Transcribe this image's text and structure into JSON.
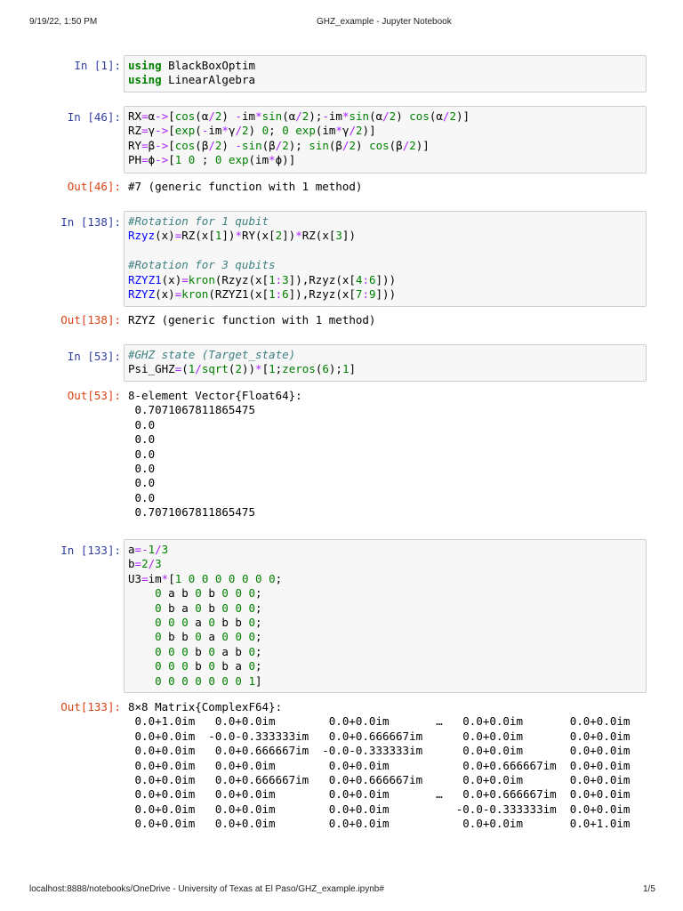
{
  "print_header": {
    "date": "9/19/22, 1:50 PM",
    "title": "GHZ_example - Jupyter Notebook"
  },
  "print_footer": {
    "url": "localhost:8888/notebooks/OneDrive - University of Texas at El Paso/GHZ_example.ipynb#",
    "page": "1/5"
  },
  "cells": [
    {
      "in_prompt": "In [1]:",
      "code": [
        [
          [
            "kw",
            "using"
          ],
          [
            "t",
            " BlackBoxOptim"
          ]
        ],
        [
          [
            "kw",
            "using"
          ],
          [
            "t",
            " LinearAlgebra"
          ]
        ]
      ]
    },
    {
      "in_prompt": "In [46]:",
      "code": [
        [
          [
            "t",
            "RX"
          ],
          [
            "op",
            "="
          ],
          [
            "t",
            "α"
          ],
          [
            "op",
            "->"
          ],
          [
            "t",
            "["
          ],
          [
            "bi",
            "cos"
          ],
          [
            "t",
            "(α"
          ],
          [
            "op",
            "/"
          ],
          [
            "num",
            "2"
          ],
          [
            "t",
            ") "
          ],
          [
            "op",
            "-"
          ],
          [
            "t",
            "im"
          ],
          [
            "op",
            "*"
          ],
          [
            "bi",
            "sin"
          ],
          [
            "t",
            "(α"
          ],
          [
            "op",
            "/"
          ],
          [
            "num",
            "2"
          ],
          [
            "t",
            ");"
          ],
          [
            "op",
            "-"
          ],
          [
            "t",
            "im"
          ],
          [
            "op",
            "*"
          ],
          [
            "bi",
            "sin"
          ],
          [
            "t",
            "(α"
          ],
          [
            "op",
            "/"
          ],
          [
            "num",
            "2"
          ],
          [
            "t",
            ") "
          ],
          [
            "bi",
            "cos"
          ],
          [
            "t",
            "(α"
          ],
          [
            "op",
            "/"
          ],
          [
            "num",
            "2"
          ],
          [
            "t",
            ")]"
          ]
        ],
        [
          [
            "t",
            "RZ"
          ],
          [
            "op",
            "="
          ],
          [
            "t",
            "γ"
          ],
          [
            "op",
            "->"
          ],
          [
            "t",
            "["
          ],
          [
            "bi",
            "exp"
          ],
          [
            "t",
            "("
          ],
          [
            "op",
            "-"
          ],
          [
            "t",
            "im"
          ],
          [
            "op",
            "*"
          ],
          [
            "t",
            "γ"
          ],
          [
            "op",
            "/"
          ],
          [
            "num",
            "2"
          ],
          [
            "t",
            ") "
          ],
          [
            "num",
            "0"
          ],
          [
            "t",
            "; "
          ],
          [
            "num",
            "0"
          ],
          [
            "t",
            " "
          ],
          [
            "bi",
            "exp"
          ],
          [
            "t",
            "(im"
          ],
          [
            "op",
            "*"
          ],
          [
            "t",
            "γ"
          ],
          [
            "op",
            "/"
          ],
          [
            "num",
            "2"
          ],
          [
            "t",
            ")]"
          ]
        ],
        [
          [
            "t",
            "RY"
          ],
          [
            "op",
            "="
          ],
          [
            "t",
            "β"
          ],
          [
            "op",
            "->"
          ],
          [
            "t",
            "["
          ],
          [
            "bi",
            "cos"
          ],
          [
            "t",
            "(β"
          ],
          [
            "op",
            "/"
          ],
          [
            "num",
            "2"
          ],
          [
            "t",
            ") "
          ],
          [
            "op",
            "-"
          ],
          [
            "bi",
            "sin"
          ],
          [
            "t",
            "(β"
          ],
          [
            "op",
            "/"
          ],
          [
            "num",
            "2"
          ],
          [
            "t",
            "); "
          ],
          [
            "bi",
            "sin"
          ],
          [
            "t",
            "(β"
          ],
          [
            "op",
            "/"
          ],
          [
            "num",
            "2"
          ],
          [
            "t",
            ") "
          ],
          [
            "bi",
            "cos"
          ],
          [
            "t",
            "(β"
          ],
          [
            "op",
            "/"
          ],
          [
            "num",
            "2"
          ],
          [
            "t",
            ")]"
          ]
        ],
        [
          [
            "t",
            "PH"
          ],
          [
            "op",
            "="
          ],
          [
            "t",
            "ϕ"
          ],
          [
            "op",
            "->"
          ],
          [
            "t",
            "["
          ],
          [
            "num",
            "1"
          ],
          [
            "t",
            " "
          ],
          [
            "num",
            "0"
          ],
          [
            "t",
            " ; "
          ],
          [
            "num",
            "0"
          ],
          [
            "t",
            " "
          ],
          [
            "bi",
            "exp"
          ],
          [
            "t",
            "(im"
          ],
          [
            "op",
            "*"
          ],
          [
            "t",
            "ϕ)]"
          ]
        ]
      ],
      "out_prompt": "Out[46]:",
      "output": [
        "#7 (generic function with 1 method)"
      ]
    },
    {
      "in_prompt": "In [138]:",
      "code": [
        [
          [
            "cm",
            "#Rotation for 1 qubit"
          ]
        ],
        [
          [
            "fn",
            "Rzyz"
          ],
          [
            "t",
            "(x)"
          ],
          [
            "op",
            "="
          ],
          [
            "t",
            "RZ(x["
          ],
          [
            "num",
            "1"
          ],
          [
            "t",
            "])"
          ],
          [
            "op",
            "*"
          ],
          [
            "t",
            "RY(x["
          ],
          [
            "num",
            "2"
          ],
          [
            "t",
            "])"
          ],
          [
            "op",
            "*"
          ],
          [
            "t",
            "RZ(x["
          ],
          [
            "num",
            "3"
          ],
          [
            "t",
            "])"
          ]
        ],
        [
          [
            "t",
            ""
          ]
        ],
        [
          [
            "cm",
            "#Rotation for 3 qubits"
          ]
        ],
        [
          [
            "fn",
            "RZYZ1"
          ],
          [
            "t",
            "(x)"
          ],
          [
            "op",
            "="
          ],
          [
            "bi",
            "kron"
          ],
          [
            "t",
            "(Rzyz(x["
          ],
          [
            "num",
            "1"
          ],
          [
            "op",
            ":"
          ],
          [
            "num",
            "3"
          ],
          [
            "t",
            "]),Rzyz(x["
          ],
          [
            "num",
            "4"
          ],
          [
            "op",
            ":"
          ],
          [
            "num",
            "6"
          ],
          [
            "t",
            "]))"
          ]
        ],
        [
          [
            "fn",
            "RZYZ"
          ],
          [
            "t",
            "(x)"
          ],
          [
            "op",
            "="
          ],
          [
            "bi",
            "kron"
          ],
          [
            "t",
            "(RZYZ1(x["
          ],
          [
            "num",
            "1"
          ],
          [
            "op",
            ":"
          ],
          [
            "num",
            "6"
          ],
          [
            "t",
            "]),Rzyz(x["
          ],
          [
            "num",
            "7"
          ],
          [
            "op",
            ":"
          ],
          [
            "num",
            "9"
          ],
          [
            "t",
            "]))"
          ]
        ]
      ],
      "out_prompt": "Out[138]:",
      "output": [
        "RZYZ (generic function with 1 method)"
      ]
    },
    {
      "in_prompt": "In [53]:",
      "code": [
        [
          [
            "cm",
            "#GHZ state (Target_state)"
          ]
        ],
        [
          [
            "t",
            "Psi_GHZ"
          ],
          [
            "op",
            "="
          ],
          [
            "t",
            "("
          ],
          [
            "num",
            "1"
          ],
          [
            "op",
            "/"
          ],
          [
            "bi",
            "sqrt"
          ],
          [
            "t",
            "("
          ],
          [
            "num",
            "2"
          ],
          [
            "t",
            "))"
          ],
          [
            "op",
            "*"
          ],
          [
            "t",
            "["
          ],
          [
            "num",
            "1"
          ],
          [
            "t",
            ";"
          ],
          [
            "bi",
            "zeros"
          ],
          [
            "t",
            "("
          ],
          [
            "num",
            "6"
          ],
          [
            "t",
            ");"
          ],
          [
            "num",
            "1"
          ],
          [
            "t",
            "]"
          ]
        ]
      ],
      "out_prompt": "Out[53]:",
      "output": [
        "8-element Vector{Float64}:",
        " 0.7071067811865475",
        " 0.0",
        " 0.0",
        " 0.0",
        " 0.0",
        " 0.0",
        " 0.0",
        " 0.7071067811865475"
      ]
    },
    {
      "in_prompt": "In [133]:",
      "code": [
        [
          [
            "t",
            "a"
          ],
          [
            "op",
            "="
          ],
          [
            "op",
            "-"
          ],
          [
            "num",
            "1"
          ],
          [
            "op",
            "/"
          ],
          [
            "num",
            "3"
          ]
        ],
        [
          [
            "t",
            "b"
          ],
          [
            "op",
            "="
          ],
          [
            "num",
            "2"
          ],
          [
            "op",
            "/"
          ],
          [
            "num",
            "3"
          ]
        ],
        [
          [
            "t",
            "U3"
          ],
          [
            "op",
            "="
          ],
          [
            "t",
            "im"
          ],
          [
            "op",
            "*"
          ],
          [
            "t",
            "["
          ],
          [
            "num",
            "1 0 0 0 0 0 0 0"
          ],
          [
            "t",
            ";"
          ]
        ],
        [
          [
            "t",
            "    "
          ],
          [
            "num",
            "0"
          ],
          [
            "t",
            " a b "
          ],
          [
            "num",
            "0"
          ],
          [
            "t",
            " b "
          ],
          [
            "num",
            "0 0 0"
          ],
          [
            "t",
            ";"
          ]
        ],
        [
          [
            "t",
            "    "
          ],
          [
            "num",
            "0"
          ],
          [
            "t",
            " b a "
          ],
          [
            "num",
            "0"
          ],
          [
            "t",
            " b "
          ],
          [
            "num",
            "0 0 0"
          ],
          [
            "t",
            ";"
          ]
        ],
        [
          [
            "t",
            "    "
          ],
          [
            "num",
            "0 0 0"
          ],
          [
            "t",
            " a "
          ],
          [
            "num",
            "0"
          ],
          [
            "t",
            " b b "
          ],
          [
            "num",
            "0"
          ],
          [
            "t",
            ";"
          ]
        ],
        [
          [
            "t",
            "    "
          ],
          [
            "num",
            "0"
          ],
          [
            "t",
            " b b "
          ],
          [
            "num",
            "0"
          ],
          [
            "t",
            " a "
          ],
          [
            "num",
            "0 0 0"
          ],
          [
            "t",
            ";"
          ]
        ],
        [
          [
            "t",
            "    "
          ],
          [
            "num",
            "0 0 0"
          ],
          [
            "t",
            " b "
          ],
          [
            "num",
            "0"
          ],
          [
            "t",
            " a b "
          ],
          [
            "num",
            "0"
          ],
          [
            "t",
            ";"
          ]
        ],
        [
          [
            "t",
            "    "
          ],
          [
            "num",
            "0 0 0"
          ],
          [
            "t",
            " b "
          ],
          [
            "num",
            "0"
          ],
          [
            "t",
            " b a "
          ],
          [
            "num",
            "0"
          ],
          [
            "t",
            ";"
          ]
        ],
        [
          [
            "t",
            "    "
          ],
          [
            "num",
            "0 0 0 0 0 0 0 1"
          ],
          [
            "t",
            "]"
          ]
        ]
      ],
      "out_prompt": "Out[133]:",
      "output": [
        "8×8 Matrix{ComplexF64}:",
        " 0.0+1.0im   0.0+0.0im        0.0+0.0im       …   0.0+0.0im       0.0+0.0im",
        " 0.0+0.0im  -0.0-0.333333im   0.0+0.666667im      0.0+0.0im       0.0+0.0im",
        " 0.0+0.0im   0.0+0.666667im  -0.0-0.333333im      0.0+0.0im       0.0+0.0im",
        " 0.0+0.0im   0.0+0.0im        0.0+0.0im           0.0+0.666667im  0.0+0.0im",
        " 0.0+0.0im   0.0+0.666667im   0.0+0.666667im      0.0+0.0im       0.0+0.0im",
        " 0.0+0.0im   0.0+0.0im        0.0+0.0im       …   0.0+0.666667im  0.0+0.0im",
        " 0.0+0.0im   0.0+0.0im        0.0+0.0im          -0.0-0.333333im  0.0+0.0im",
        " 0.0+0.0im   0.0+0.0im        0.0+0.0im           0.0+0.0im       0.0+1.0im"
      ]
    }
  ]
}
